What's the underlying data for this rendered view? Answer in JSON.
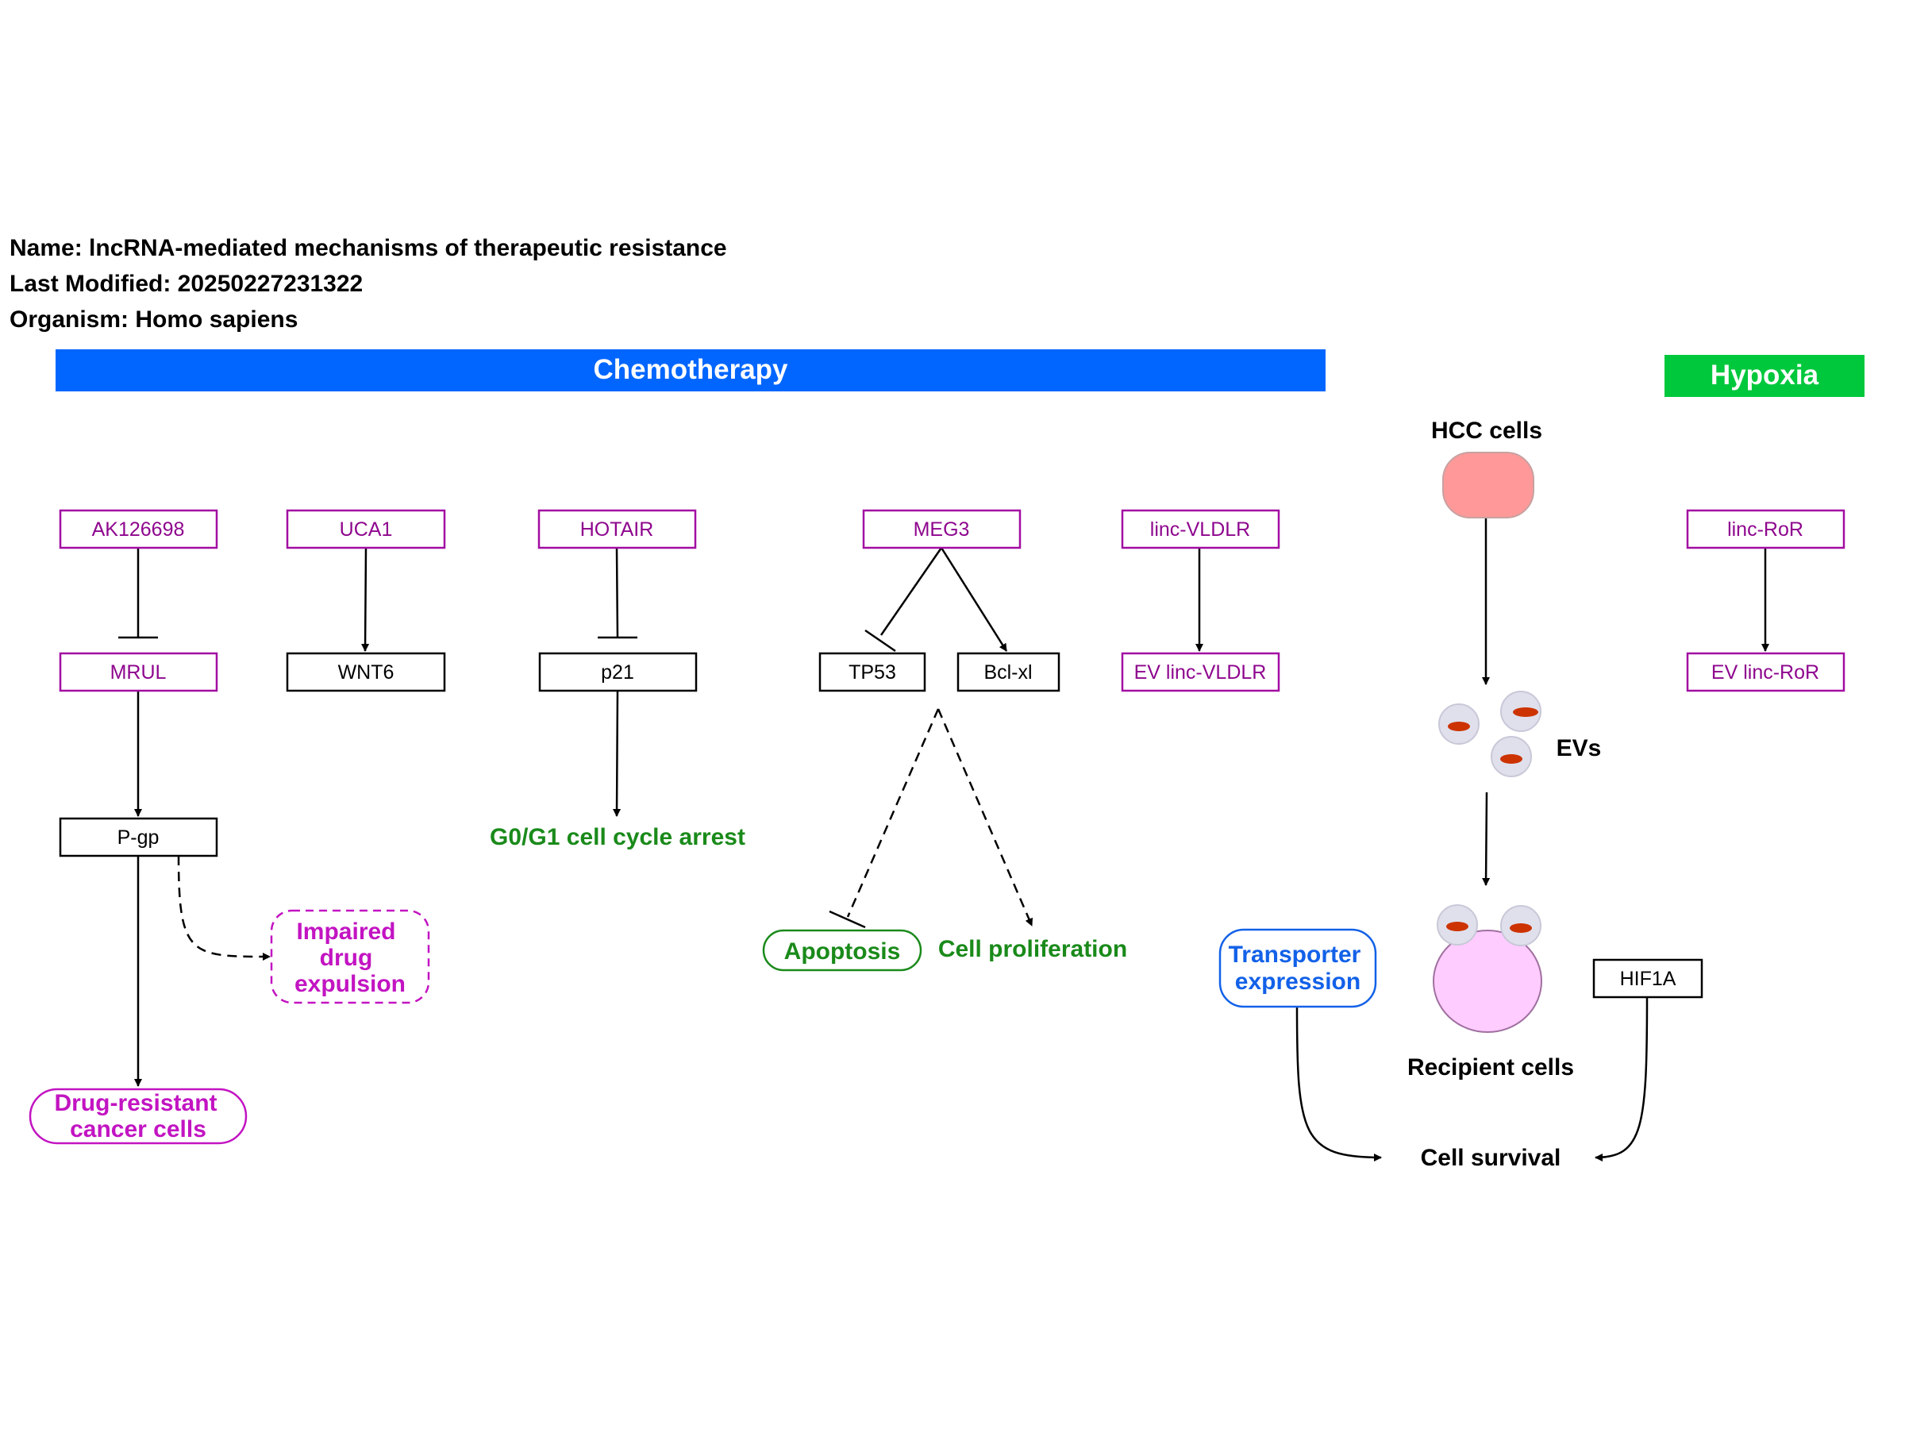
{
  "header": {
    "name_line": "Name: lncRNA-mediated mechanisms of therapeutic resistance",
    "modified_line": "Last Modified: 20250227231322",
    "organism_line": "Organism: Homo sapiens"
  },
  "banners": {
    "chemotherapy": "Chemotherapy",
    "hypoxia": "Hypoxia"
  },
  "nodes": {
    "ak126698": "AK126698",
    "uca1": "UCA1",
    "hotair": "HOTAIR",
    "meg3": "MEG3",
    "linc_vldlr": "linc-VLDLR",
    "linc_ror": "linc-RoR",
    "mrul": "MRUL",
    "wnt6": "WNT6",
    "p21": "p21",
    "tp53": "TP53",
    "bclxl": "Bcl-xl",
    "ev_linc_vldlr": "EV linc-VLDLR",
    "ev_linc_ror": "EV linc-RoR",
    "pgp": "P-gp",
    "hif1a": "HIF1A"
  },
  "outcomes": {
    "impaired_1": "Impaired",
    "impaired_2": "drug",
    "impaired_3": "expulsion",
    "drug_resistant_1": "Drug-resistant",
    "drug_resistant_2": "cancer cells",
    "g0g1": "G0/G1 cell cycle arrest",
    "apoptosis": "Apoptosis",
    "cell_proliferation": "Cell proliferation",
    "transporter_1": "Transporter",
    "transporter_2": "expression",
    "cell_survival": "Cell survival"
  },
  "cells": {
    "hcc": "HCC cells",
    "evs": "EVs",
    "recipient": "Recipient cells"
  },
  "colors": {
    "chemotherapy_banner": "#0066ff",
    "hypoxia_banner": "#00c83c",
    "lncrna_magenta": "#a20ca2",
    "phenotype_green": "#1a8a1a",
    "phenotype_magenta": "#c214c2",
    "phenotype_blue": "#1261e8",
    "hcc_cell": "#ff9999",
    "recipient_cell": "#ffccff",
    "ev_vesicle": "#e0e0ec",
    "ev_cargo": "#cc3300"
  }
}
